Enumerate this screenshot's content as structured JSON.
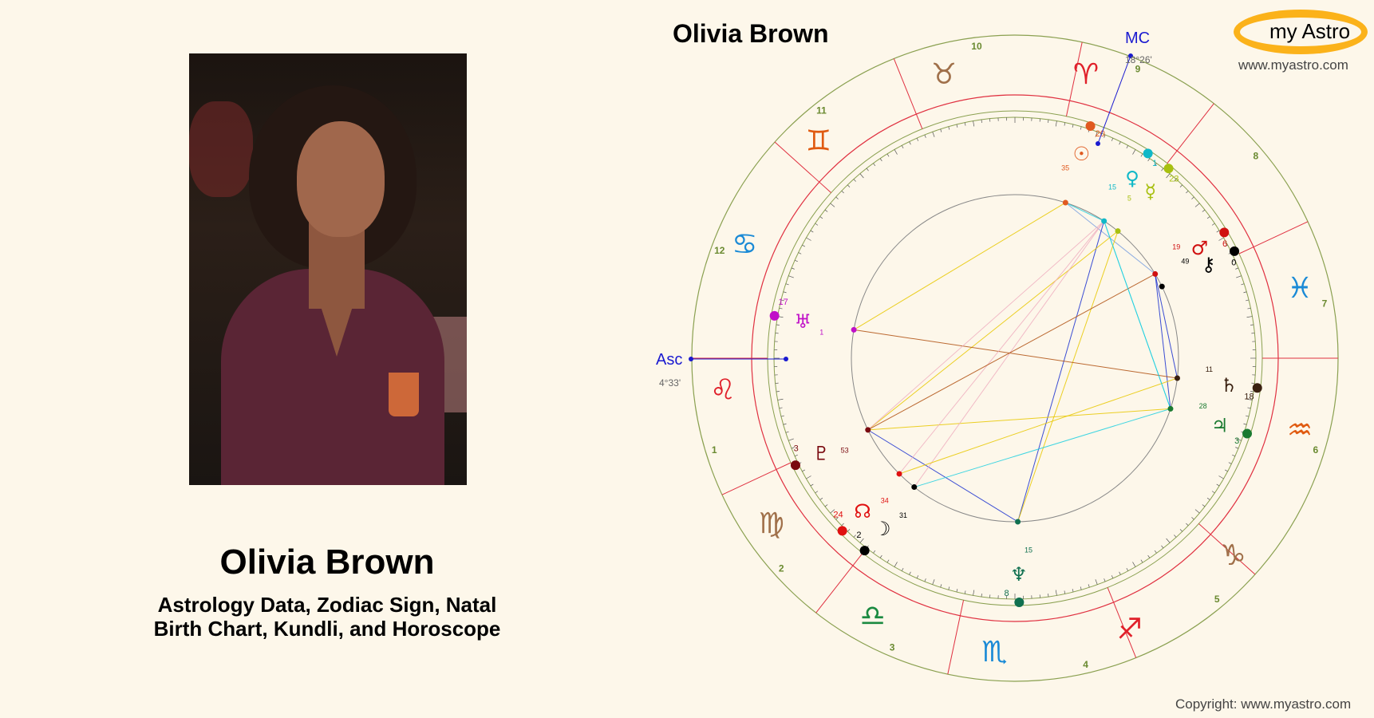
{
  "person": {
    "name": "Olivia Brown",
    "subtitle_line1": "Astrology Data, Zodiac Sign, Natal",
    "subtitle_line2": "Birth Chart, Kundli, and Horoscope"
  },
  "chart": {
    "title": "Olivia Brown",
    "asc_label": "Asc",
    "asc_degree": "4°33'",
    "mc_label": "MC",
    "mc_degree": "18°26'",
    "houses": [
      "1",
      "2",
      "3",
      "4",
      "5",
      "6",
      "7",
      "8",
      "9",
      "10",
      "11",
      "12"
    ],
    "signs": [
      {
        "glyph": "♈",
        "name": "aries",
        "color": "#e0202a"
      },
      {
        "glyph": "♉",
        "name": "taurus",
        "color": "#a0704a"
      },
      {
        "glyph": "♊",
        "name": "gemini",
        "color": "#e05a10"
      },
      {
        "glyph": "♋",
        "name": "cancer",
        "color": "#1a8ad6"
      },
      {
        "glyph": "♌",
        "name": "leo",
        "color": "#e0202a"
      },
      {
        "glyph": "♍",
        "name": "virgo",
        "color": "#a0704a"
      },
      {
        "glyph": "♎",
        "name": "libra",
        "color": "#1a8a40"
      },
      {
        "glyph": "♏",
        "name": "scorpio",
        "color": "#1a8ad6"
      },
      {
        "glyph": "♐",
        "name": "sagittarius",
        "color": "#e0202a"
      },
      {
        "glyph": "♑",
        "name": "capricorn",
        "color": "#a0704a"
      },
      {
        "glyph": "♒",
        "name": "aquarius",
        "color": "#e05a10"
      },
      {
        "glyph": "♓",
        "name": "pisces",
        "color": "#1a8ad6"
      }
    ],
    "planets": [
      {
        "name": "sun",
        "glyph": "☉",
        "deg": "20",
        "min": "35",
        "color": "#e05a20"
      },
      {
        "name": "venus",
        "glyph": "♀",
        "deg": "1",
        "min": "15",
        "color": "#10b8c8"
      },
      {
        "name": "mercury",
        "glyph": "☿",
        "deg": "23",
        "min": "5",
        "color": "#a8c010"
      },
      {
        "name": "mars",
        "glyph": "♂",
        "deg": "6",
        "min": "19",
        "color": "#d01010"
      },
      {
        "name": "chiron",
        "glyph": "⚷",
        "deg": "0",
        "min": "49",
        "color": "#000000"
      },
      {
        "name": "saturn",
        "glyph": "♄",
        "deg": "18",
        "min": "11",
        "color": "#3a2010"
      },
      {
        "name": "jupiter",
        "glyph": "♃",
        "deg": "3",
        "min": "28",
        "color": "#1a7a30"
      },
      {
        "name": "neptune",
        "glyph": "♆",
        "deg": "8",
        "min": "15",
        "color": "#107050"
      },
      {
        "name": "moon",
        "glyph": "☽",
        "deg": "2",
        "min": "31",
        "color": "#000000"
      },
      {
        "name": "node",
        "glyph": "☊",
        "deg": "24",
        "min": "34",
        "color": "#e01010"
      },
      {
        "name": "pluto",
        "glyph": "♇",
        "deg": "3",
        "min": "53",
        "color": "#7a0a10"
      },
      {
        "name": "uranus",
        "glyph": "♅",
        "deg": "17",
        "min": "1",
        "color": "#c010c8"
      }
    ]
  },
  "brand": {
    "logo_text": "my Astro",
    "website": "www.myastro.com",
    "copyright": "Copyright: www.myastro.com"
  }
}
